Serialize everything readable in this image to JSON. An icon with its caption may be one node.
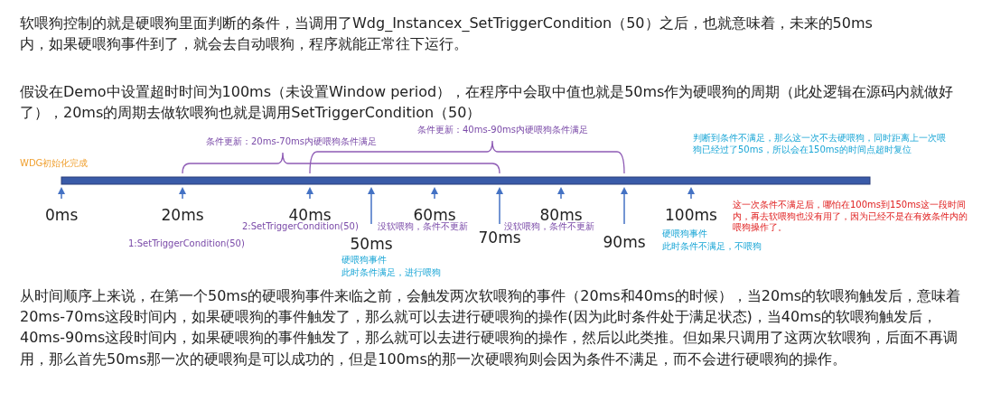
{
  "diagram": {
    "labels": [
      "软喂狗控制的就是硬喂狗里面判断的条件，当调用了Wdg_Instancex_SetTriggerCondition（50）之后，也就意味着，未来的50ms内，如果硬喂狗事件到了，就会去自动喂狗，程序就能正常往下运行。",
      "假设在Demo中设置超时时间为100ms（未设置Window period），在程序中会取中值也就是50ms作为硬喂狗的周期（此处逻辑在源码内就做好了），20ms的周期去做软喂狗也就是调用SetTriggerCondition（50）",
      "条件更新：40ms-90ms内硬喂狗条件满足",
      "判断到条件不满足，那么这一次不去硬喂狗，同时距离上一次喂狗已经过了50ms，所以会在150ms的时间点超时复位",
      "条件更新：20ms-70ms内硬喂狗条件满足",
      "WDG初始化完成",
      "0ms",
      "20ms",
      "40ms",
      "60ms",
      "80ms",
      "100ms",
      "这一次条件不满足后，哪怕在100ms到150ms这一段时间内，再去软喂狗也没有用了，因为已经不是在有效条件内的喂狗操作了。",
      "2:SetTriggerCondition(50)",
      "没软喂狗，条件不更新",
      "没软喂狗，条件不更新",
      "1:SetTriggerCondition(50)",
      "50ms",
      "70ms",
      "90ms",
      "硬喂狗事件",
      "此时条件不满足，不喂狗",
      "硬喂狗事件",
      "此时条件满足，进行喂狗",
      "从时间顺序上来说，在第一个50ms的硬喂狗事件来临之前，会触发两次软喂狗的事件（20ms和40ms的时候），当20ms的软喂狗触发后，意味着20ms-70ms这段时间内，如果硬喂狗的事件触发了，那么就可以去进行硬喂狗的操作(因为此时条件处于满足状态)，当40ms的软喂狗触发后，40ms-90ms这段时间内，如果硬喂狗的事件触发了，那么就可以去进行硬喂狗的操作，然后以此类推。但如果只调用了这两次软喂狗，后面不再调用，那么首先50ms那一次的硬喂狗是可以成功的，但是100ms的那一次硬喂狗则会因为条件不满足，而不会进行硬喂狗的操作。"
    ]
  }
}
